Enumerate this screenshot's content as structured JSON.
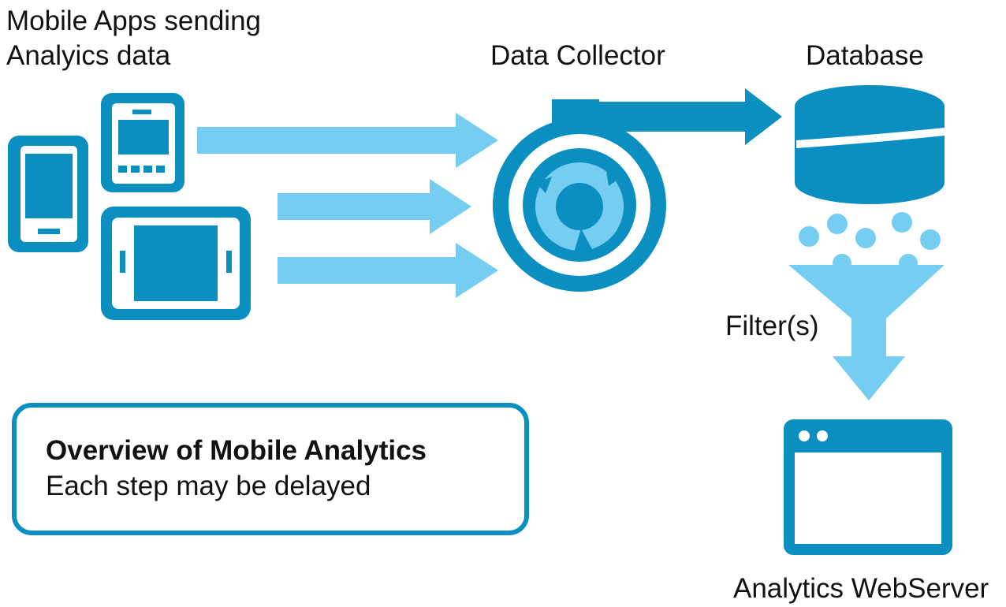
{
  "colors": {
    "dark": "#0A8FC0",
    "light": "#75CDF1",
    "text": "#111111",
    "background": "#FFFFFF"
  },
  "labels": {
    "apps_line1": "Mobile Apps sending",
    "apps_line2": "Analyics data",
    "collector": "Data Collector",
    "database": "Database",
    "filter": "Filter(s)",
    "webserver": "Analytics WebServer"
  },
  "info_box": {
    "title": "Overview of Mobile Analytics",
    "subtitle": "Each step may be delayed"
  },
  "icons": [
    "phone-icon",
    "tablet-icon",
    "data-collector-icon",
    "database-icon",
    "funnel-icon",
    "browser-window-icon"
  ]
}
